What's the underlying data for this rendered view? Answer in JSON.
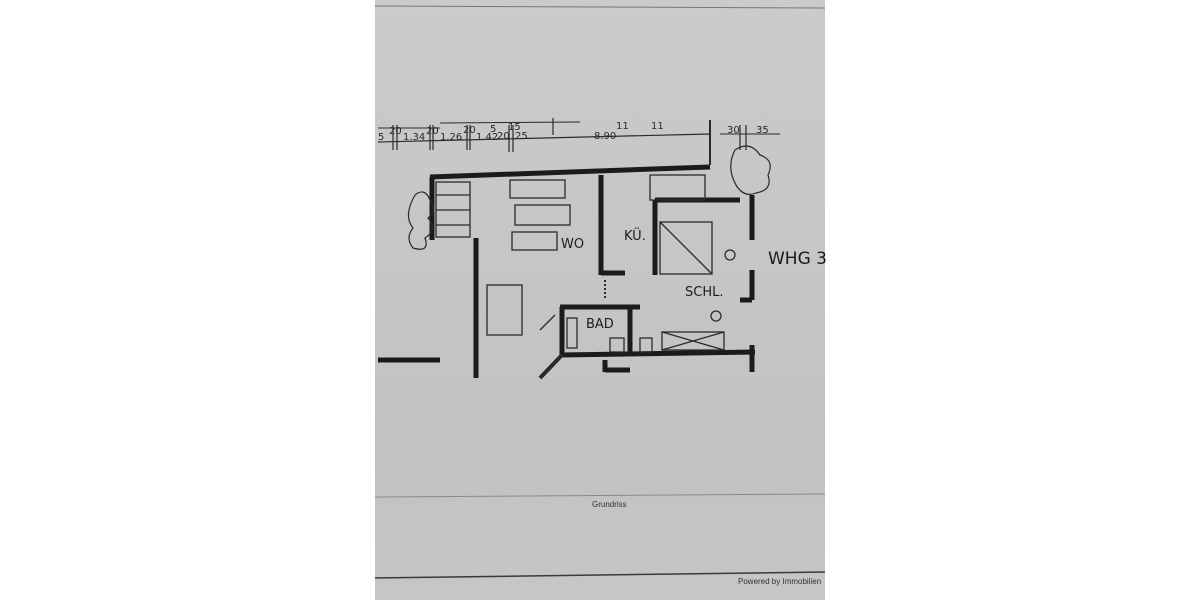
{
  "plan": {
    "unit_label": "WHG 3",
    "rooms": {
      "wo": "WO",
      "kue": "KÜ.",
      "schl": "SCHL.",
      "bad": "BAD"
    },
    "dimensions": [
      "5",
      "20",
      "1.34",
      "20",
      "1.26",
      "20",
      "1.42",
      "5",
      "20",
      "15",
      "25",
      "8.90",
      "11",
      "11",
      "30",
      "35"
    ]
  },
  "caption": "Grundriss",
  "footer": "Powered by Immobilien"
}
